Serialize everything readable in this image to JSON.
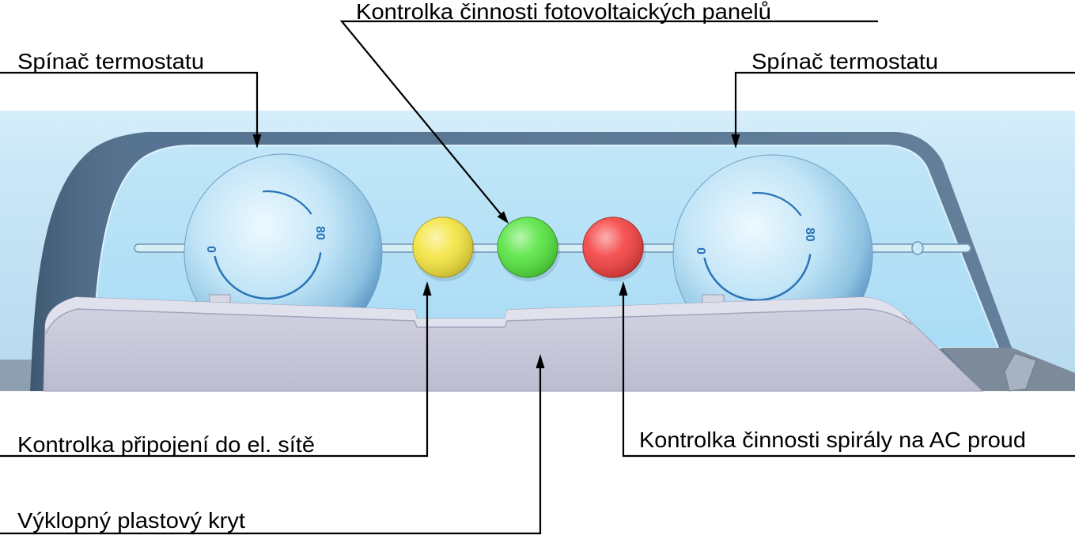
{
  "labels": {
    "pv_indicator": "Kontrolka činnosti fotovoltaických panelů",
    "thermostat_left": "Spínač termostatu",
    "thermostat_right": "Spínač termostatu",
    "mains_indicator": "Kontrolka připojení do el. sítě",
    "ac_coil_indicator": "Kontrolka činnosti spirály na AC proud",
    "cover": "Výklopný plastový kryt"
  },
  "dial": {
    "min": "0",
    "max": "80"
  },
  "indicator_colors": {
    "mains": "#f4e43b",
    "pv": "#52e43c",
    "ac_coil": "#f43d3d"
  },
  "colors": {
    "callout": "#000000",
    "panel_face": "#a9dcf5",
    "frame": "#4b6b8a",
    "dial_marks": "#2b73b8"
  }
}
